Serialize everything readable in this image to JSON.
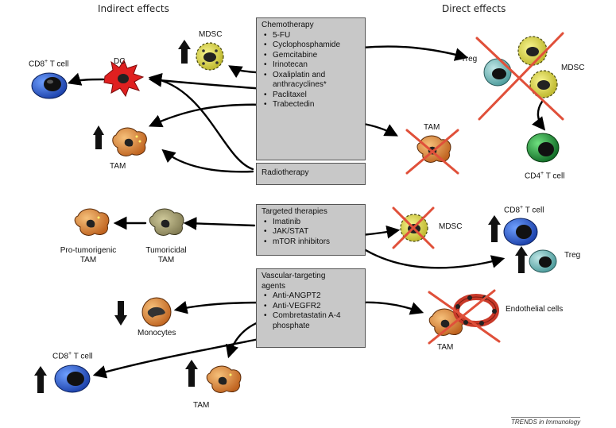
{
  "headers": {
    "indirect": "Indirect effects",
    "direct": "Direct effects"
  },
  "chemotherapy": {
    "title": "Chemotherapy",
    "items": [
      "5-FU",
      "Cyclophosphamide",
      "Gemcitabine",
      "Irinotecan",
      "Oxaliplatin and anthracyclines*",
      "Paclitaxel",
      "Trabectedin"
    ]
  },
  "radiotherapy": {
    "title": "Radiotherapy"
  },
  "targeted": {
    "title": "Targeted therapies",
    "items": [
      "Imatinib",
      "JAK/STAT",
      "mTOR inhibitors"
    ]
  },
  "vascular": {
    "title": "Vascular-targeting agents",
    "items": [
      "Anti-ANGPT2",
      "Anti-VEGFR2",
      "Combretastatin A-4 phosphate"
    ]
  },
  "cells": {
    "cd8_t_cell": "CD8",
    "t_cell_suffix": "T cell",
    "plus": "+",
    "dc": "DC",
    "mdsc": "MDSC",
    "tam": "TAM",
    "treg": "Treg",
    "cd4_t_cell": "CD4",
    "pro_tumorigenic_tam": "Pro-tumorigenic TAM",
    "tumoricidal_tam": "Tumoricidal TAM",
    "monocytes": "Monocytes",
    "endothelial_cells": "Endothelial cells"
  },
  "credit": "TRENDS in Immunology",
  "colors": {
    "box_fill": "#c8c8c8",
    "dc": "#e02020",
    "mdsc": "#e8e030",
    "tam": "#d07a30",
    "tumoricidal_tam": "#9a9464",
    "cd8": "#2255c8",
    "treg": "#5aa8a8",
    "cd4": "#1f9a3a",
    "monocyte": "#e08a30",
    "cross": "#e0503a"
  },
  "icons": [
    "up-arrow-icon",
    "down-arrow-icon",
    "cross-icon"
  ]
}
